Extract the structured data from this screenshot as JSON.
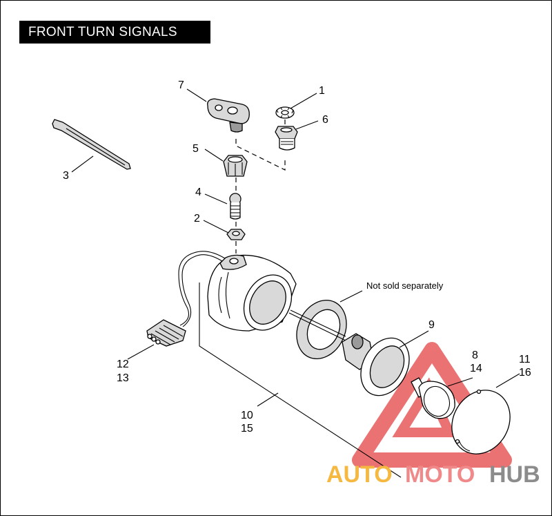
{
  "title": "FRONT TURN SIGNALS",
  "callouts": {
    "c1": "1",
    "c2": "2",
    "c3": "3",
    "c4": "4",
    "c5": "5",
    "c6": "6",
    "c7": "7",
    "c8": "8",
    "c9": "9",
    "c10": "10",
    "c11": "11",
    "c12": "12",
    "c13": "13",
    "c14": "14",
    "c15": "15",
    "c16": "16"
  },
  "note": "Not sold separately",
  "watermark": {
    "auto": "AUTO",
    "moto": "MOTO",
    "hub": "HUB",
    "colors": {
      "auto": "#f5b942",
      "moto": "#f08a8a",
      "hub": "#8c8c8c",
      "triangle": "#e85a5a"
    }
  }
}
